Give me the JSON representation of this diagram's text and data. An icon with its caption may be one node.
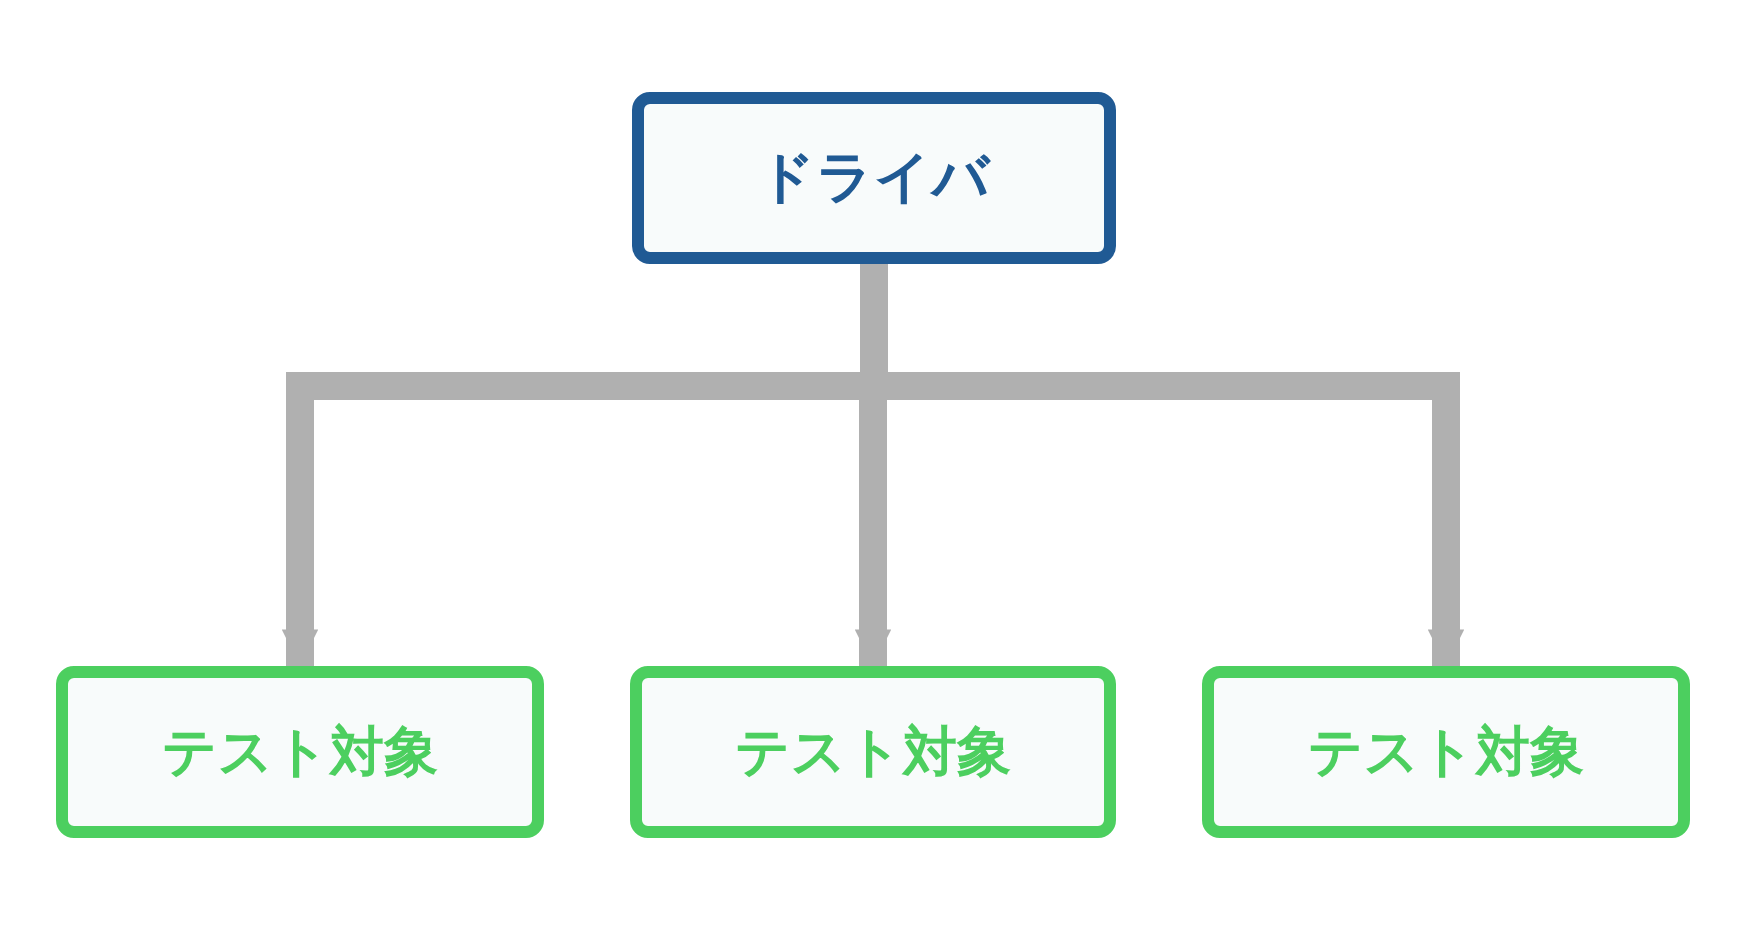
{
  "diagram": {
    "nodes": [
      {
        "text": [
          "ドライバ"
        ]
      },
      {
        "text": [
          "テスト対象"
        ]
      },
      {
        "text": [
          "テスト対象"
        ]
      },
      {
        "text": [
          "テスト対象"
        ]
      }
    ],
    "edges": [
      {
        "from": 0,
        "to": 1,
        "arrow": "to"
      },
      {
        "from": 0,
        "to": 2,
        "arrow": "to"
      },
      {
        "from": 0,
        "to": 3,
        "arrow": "to"
      }
    ]
  }
}
